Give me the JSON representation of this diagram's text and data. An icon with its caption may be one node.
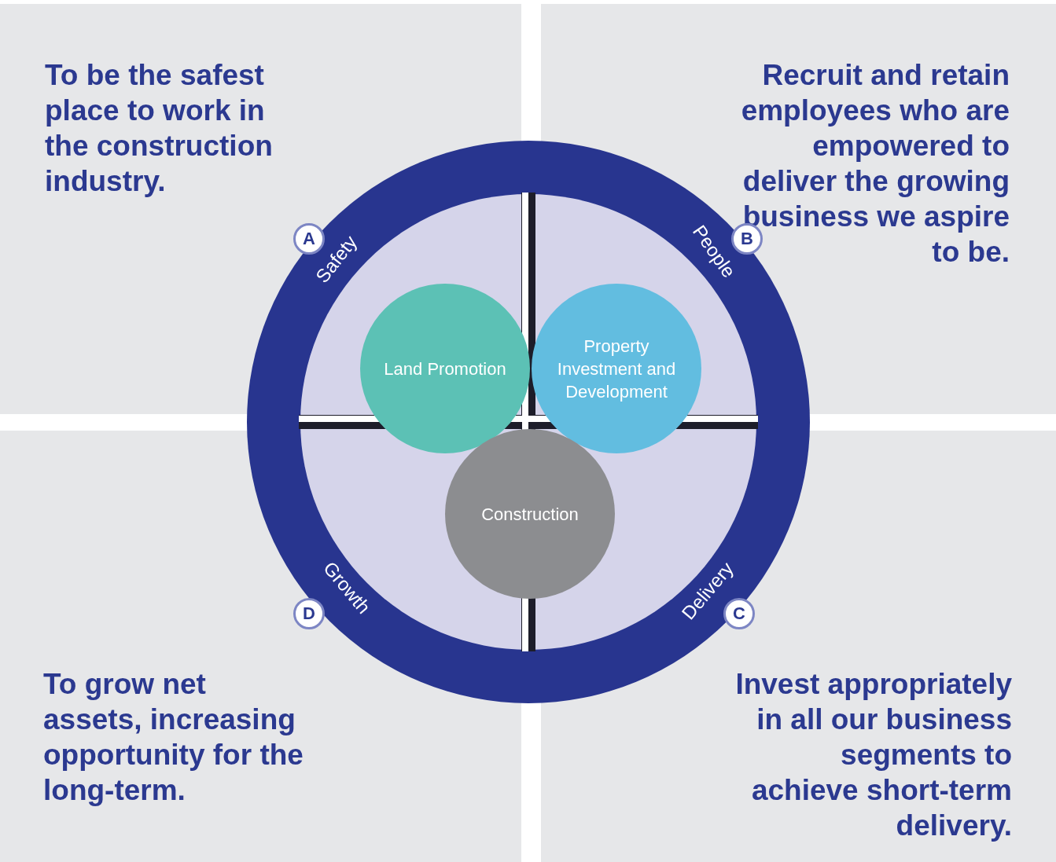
{
  "diagram": {
    "nodes": [
      {
        "text": [
          "To be the safest place to work in the construction industry."
        ]
      },
      {
        "text": [
          "Recruit and retain employees who are empowered to deliver the growing business we aspire to be."
        ]
      },
      {
        "text": [
          "Safety",
          "People",
          "Delivery",
          "Growth"
        ]
      },
      {
        "text": [
          "A"
        ],
        "in": 2
      },
      {
        "text": [
          "B"
        ],
        "in": 2
      },
      {
        "text": [
          "C"
        ],
        "in": 2
      },
      {
        "text": [
          "D"
        ],
        "in": 2
      },
      {
        "text": [
          "Land Promotion"
        ],
        "in": 2
      },
      {
        "text": [
          "Property Investment and Development"
        ],
        "in": 2
      },
      {
        "text": [
          "Construction"
        ],
        "in": 2
      },
      {
        "text": [
          "To grow net assets, increasing opportunity for the long-term."
        ]
      },
      {
        "text": [
          "Invest appropriately in all our business segments to achieve short-term delivery."
        ]
      }
    ],
    "edges": []
  }
}
